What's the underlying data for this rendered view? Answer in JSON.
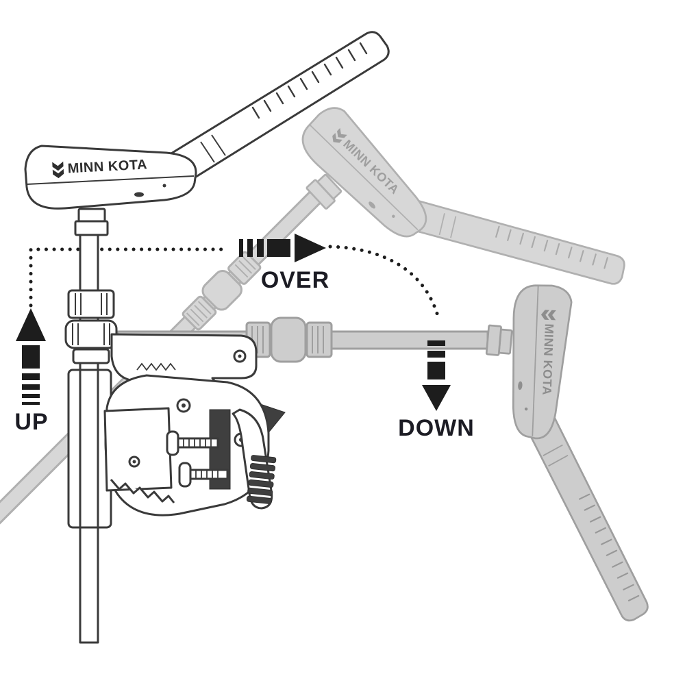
{
  "diagram": {
    "brand": "MINN KOTA",
    "labels": {
      "up": "UP",
      "over": "OVER",
      "down": "DOWN"
    },
    "icons": {
      "up_arrow": "striped-arrow-up",
      "over_arrow": "striped-arrow-right",
      "down_arrow": "striped-arrow-down",
      "brand_logo": "minn-kota-double-chevron"
    },
    "colors": {
      "outline": "#3a3a3a",
      "ghost_light_fill": "#d7d7d7",
      "ghost_light_stroke": "#b0b0b0",
      "ghost_mid_fill": "#cdcdcd",
      "ghost_mid_stroke": "#9f9f9f",
      "arrow": "#1d1d1d",
      "label_text": "#1c1c24",
      "background": "#ffffff"
    }
  }
}
